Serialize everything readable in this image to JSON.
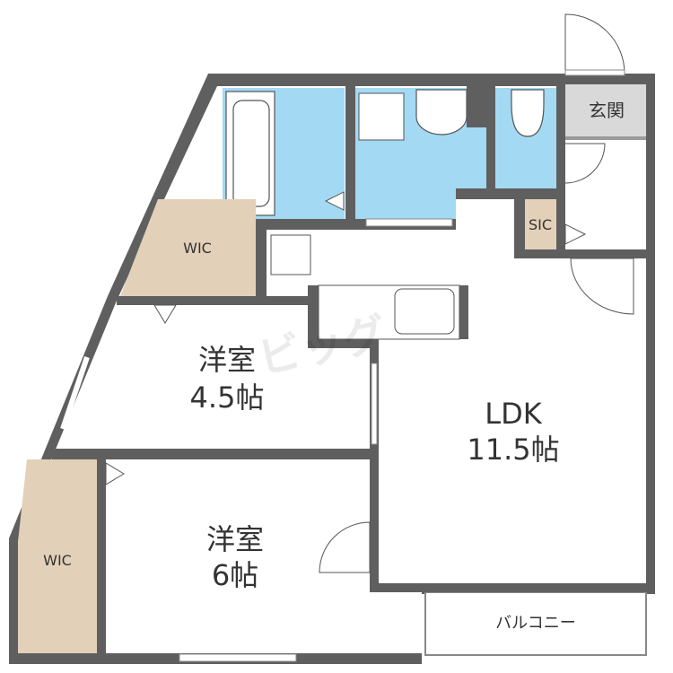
{
  "colors": {
    "wall": "#5f5f5f",
    "wet_area": "#a4d9f3",
    "storage": "#e3d0b9",
    "entrance": "#d9d9d9",
    "floor": "#ffffff"
  },
  "watermark": "ビッグ",
  "rooms": {
    "entrance": {
      "name": "玄関"
    },
    "sic": {
      "name": "SIC"
    },
    "wic_top": {
      "name": "WIC"
    },
    "wic_bottom": {
      "name": "WIC"
    },
    "western_room_1": {
      "name": "洋室",
      "size": "4.5帖"
    },
    "western_room_2": {
      "name": "洋室",
      "size": "6帖"
    },
    "ldk": {
      "name": "LDK",
      "size": "11.5帖"
    },
    "balcony": {
      "name": "バルコニー"
    }
  }
}
